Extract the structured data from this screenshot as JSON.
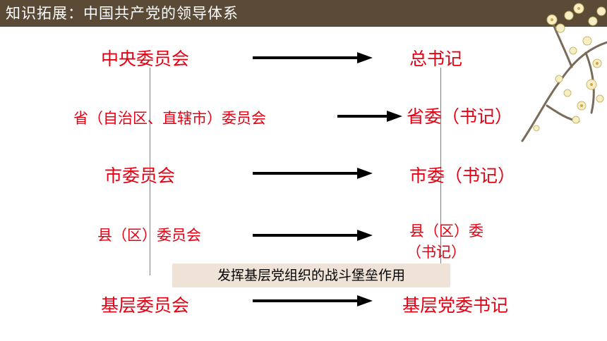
{
  "title": "知识拓展：中国共产党的领导体系",
  "committees": [
    "中央委员会",
    "省（自治区、直辖市）委员会",
    "市委员会",
    "县（区）委员会",
    "基层委员会"
  ],
  "leaders": [
    "总书记",
    "省委（书记）",
    "市委（书记）",
    "县（区）委",
    "（书记）",
    "基层党委书记"
  ],
  "callout": "发挥基层党组织的战斗堡垒作用",
  "colors": {
    "title_bar": "#5b4a36",
    "node_text": "#e60012",
    "callout_bg": "#efe3d7",
    "connector": "#7f7f7f",
    "arrow": "#000000"
  },
  "decoration": "plum-blossom-branch"
}
